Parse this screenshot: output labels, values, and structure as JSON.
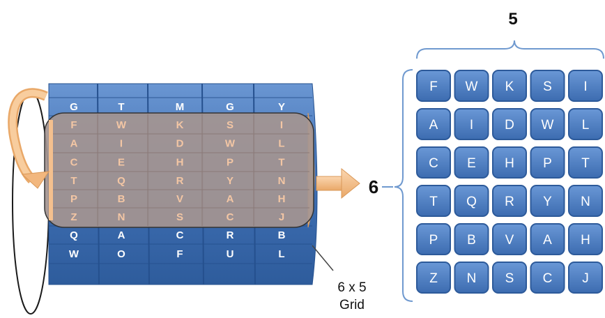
{
  "cylinder": {
    "rows": [
      [
        "G",
        "T",
        "M",
        "G",
        "Y"
      ],
      [
        "F",
        "W",
        "K",
        "S",
        "I"
      ],
      [
        "A",
        "I",
        "D",
        "W",
        "L"
      ],
      [
        "C",
        "E",
        "H",
        "P",
        "T"
      ],
      [
        "T",
        "Q",
        "R",
        "Y",
        "N"
      ],
      [
        "P",
        "B",
        "V",
        "A",
        "H"
      ],
      [
        "Z",
        "N",
        "S",
        "C",
        "J"
      ],
      [
        "Q",
        "A",
        "C",
        "R",
        "B"
      ],
      [
        "W",
        "O",
        "F",
        "U",
        "L"
      ]
    ],
    "window_first_row": 1,
    "window_rows": 6
  },
  "grid": {
    "rows": [
      [
        "F",
        "W",
        "K",
        "S",
        "I"
      ],
      [
        "A",
        "I",
        "D",
        "W",
        "L"
      ],
      [
        "C",
        "E",
        "H",
        "P",
        "T"
      ],
      [
        "T",
        "Q",
        "R",
        "Y",
        "N"
      ],
      [
        "P",
        "B",
        "V",
        "A",
        "H"
      ],
      [
        "Z",
        "N",
        "S",
        "C",
        "J"
      ]
    ],
    "columns_label": "5",
    "rows_label": "6"
  },
  "caption": {
    "line1": "6 x 5",
    "line2": "Grid"
  },
  "colors": {
    "band": "#3f6fb3",
    "band_light": "#5b88c8",
    "band_divider": "#25508e",
    "window": "#a49491",
    "window_text": "#f3c6a4",
    "peach": "#f4c08e",
    "tile": "#4a7cc2",
    "tile_edge": "#2d5a9a",
    "bracket": "#6f99cf"
  }
}
